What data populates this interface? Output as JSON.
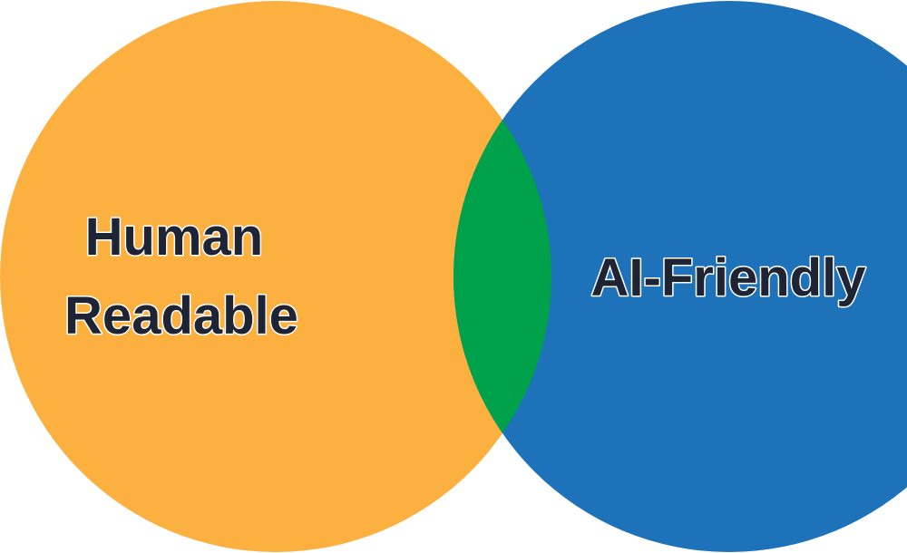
{
  "diagram": {
    "type": "venn",
    "sets": [
      {
        "label_lines": [
          "Human",
          "Readable"
        ],
        "color": "#FBB040"
      },
      {
        "label_lines": [
          "AI-Friendly"
        ],
        "color": "#1D72BA"
      }
    ],
    "intersection": {
      "label": "",
      "color": "#00A14B"
    },
    "text_color": "#1E2433",
    "background": "#FFFFFF"
  }
}
